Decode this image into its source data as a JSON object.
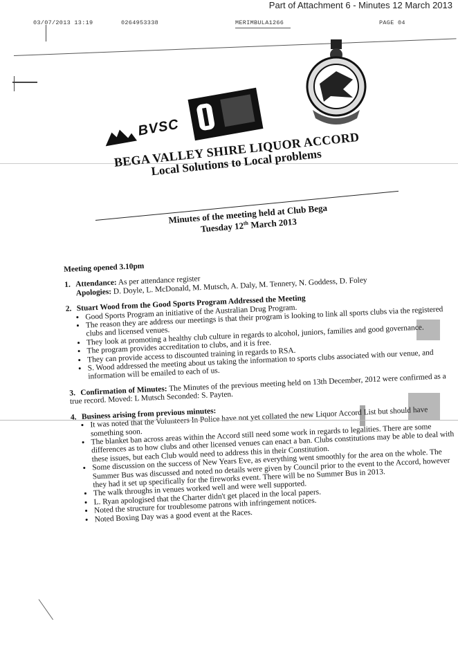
{
  "attachment_note": "Part of Attachment 6 - Minutes 12 March 2013",
  "fax_header": {
    "datetime": "03/07/2013  13:19",
    "phone": "0264953338",
    "sender": "MERIMBULA1266",
    "page": "PAGE  04"
  },
  "logos": {
    "bvsc": "BVSC",
    "police_seal": "police-badge-icon"
  },
  "heading": {
    "title": "BEGA VALLEY SHIRE LIQUOR ACCORD",
    "subtitle": "Local Solutions to Local problems",
    "minutes_line1": "Minutes of the meeting held at Club Bega",
    "minutes_line2": "Tuesday 12th March 2013"
  },
  "opened": "Meeting opened 3.10pm",
  "sections": {
    "s1": {
      "num": "1.",
      "head": "Attendance:",
      "text": " As per attendance register",
      "apologies_head": "Apologies:",
      "apologies_text": " D. Doyle, L. McDonald, M. Mutsch, A. Daly, M. Tennery, N. Goddess, D. Foley"
    },
    "s2": {
      "num": "2.",
      "head": "Stuart Wood from the Good Sports Program Addressed the Meeting",
      "bullets": [
        "Good Sports Program an initiative of the Australian Drug Program.",
        "The reason they are address our meetings is that their program is looking to link all sports clubs via the registered clubs and licensed venues.",
        "They look at promoting a healthy club culture in regards to alcohol, juniors, families and good governance.",
        "The program provides accreditation to clubs, and it is free.",
        "They can provide access to discounted training in regards to RSA.",
        "S. Wood addressed the meeting about us taking the information to sports clubs associated with our venue, and information will be emailed to each of us."
      ]
    },
    "s3": {
      "num": "3.",
      "head": "Confirmation of Minutes:",
      "text": " The Minutes of the previous meeting held on 13th December, 2012 were confirmed as a true record. Moved: L Mutsch Seconded: S. Payten."
    },
    "s4": {
      "num": "4.",
      "head": "Business arising from previous minutes:",
      "bullets": [
        "It was noted that the Volunteers In Police have not yet collated the new Liquor Accord List but should have something soon.",
        "The blanket ban across areas within the Accord still need some work in regards to legalities. There are some differences as to how clubs and other licensed venues can enact a ban. Clubs constitutions may be able to deal with these issues, but each Club would need to address this in their Constitution.",
        "Some discussion on the success of New Years Eve, as everything went smoothly for the area on the whole. The Summer Bus was discussed and noted no details were given by Council prior to the event to the Accord, however they had it set up specifically for the fireworks event. There will be no Summer Bus in 2013.",
        "The walk throughs in venues worked well and were well supported.",
        "L. Ryan apologised that the Charter didn't get placed in the local papers.",
        "Noted the structure for troublesome patrons with infringement notices.",
        "Noted Boxing Day was a good event at the Races."
      ]
    }
  }
}
